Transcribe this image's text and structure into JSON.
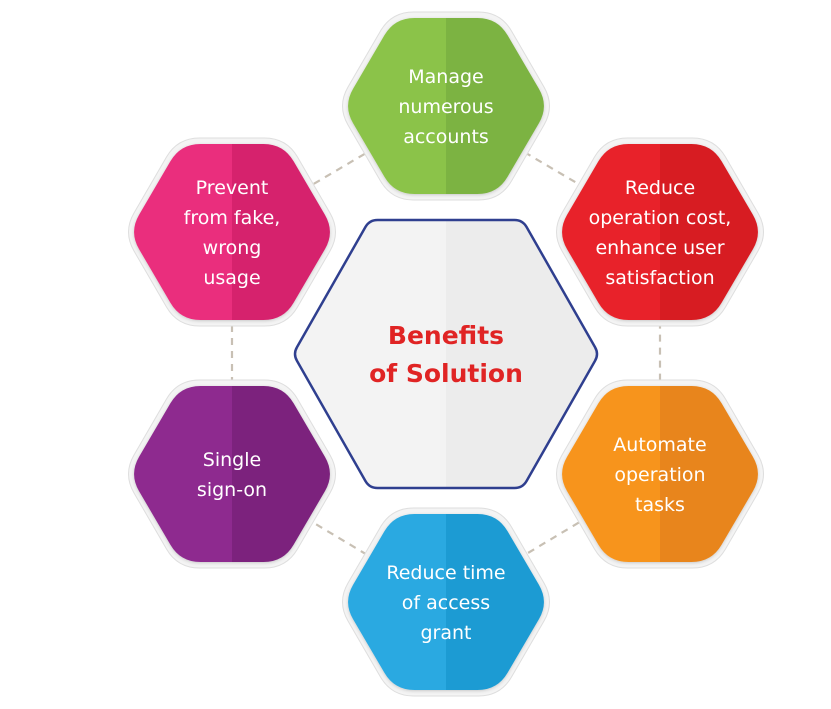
{
  "center": {
    "lines": [
      "Benefits",
      "of Solution"
    ],
    "text_color": "#e02424",
    "border_color": "#2f3f8f",
    "fill_color": "#ececec"
  },
  "nodes": [
    {
      "id": "manage-accounts",
      "lines": [
        "Manage",
        "numerous",
        "accounts"
      ],
      "color_left": "#8bc34a",
      "color_right": "#7cb342"
    },
    {
      "id": "reduce-operation-cost",
      "lines": [
        "Reduce",
        "operation cost,",
        "enhance user",
        "satisfaction"
      ],
      "color_left": "#e8232b",
      "color_right": "#d71c24"
    },
    {
      "id": "automate-operation-tasks",
      "lines": [
        "Automate",
        "operation",
        "tasks"
      ],
      "color_left": "#f7941d",
      "color_right": "#e8851a"
    },
    {
      "id": "reduce-access-grant-time",
      "lines": [
        "Reduce time",
        "of access",
        "grant"
      ],
      "color_left": "#29a9e1",
      "color_right": "#1e9bd3"
    },
    {
      "id": "single-sign-on",
      "lines": [
        "Single",
        "sign-on"
      ],
      "color_left": "#8e2c8f",
      "color_right": "#7b217d"
    },
    {
      "id": "prevent-fake-usage",
      "lines": [
        "Prevent",
        "from fake,",
        "wrong",
        "usage"
      ],
      "color_left": "#ea2e7d",
      "color_right": "#d6216d"
    }
  ],
  "connector_color": "#c8c0b4"
}
